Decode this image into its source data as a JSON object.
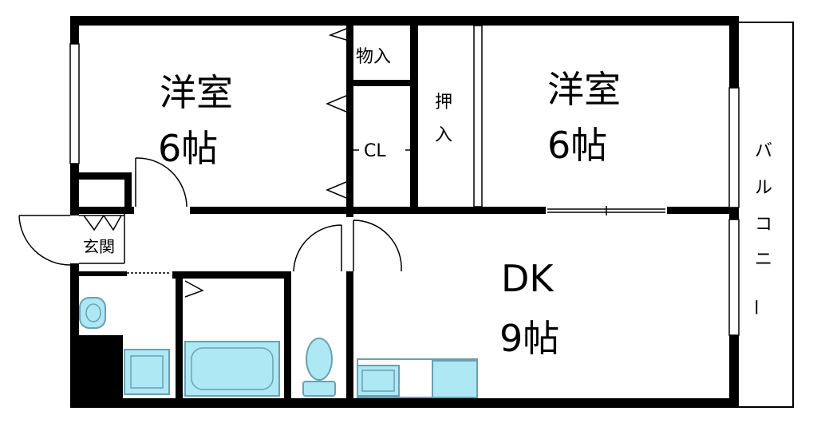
{
  "rooms": {
    "western_room_left": {
      "name": "洋室",
      "size": "6帖"
    },
    "western_room_right": {
      "name": "洋室",
      "size": "6帖"
    },
    "dk": {
      "name": "DK",
      "size": "9帖"
    }
  },
  "labels": {
    "storage": "物入",
    "closet": "CL",
    "oshiire_1": "押",
    "oshiire_2": "入",
    "entrance": "玄関",
    "balcony": [
      "バ",
      "ル",
      "コ",
      "ニ",
      "ー"
    ]
  },
  "colors": {
    "wall": "#000000",
    "fixture_fill": "#aee8f5",
    "fixture_stroke": "#6aa0b0",
    "background": "#ffffff"
  }
}
